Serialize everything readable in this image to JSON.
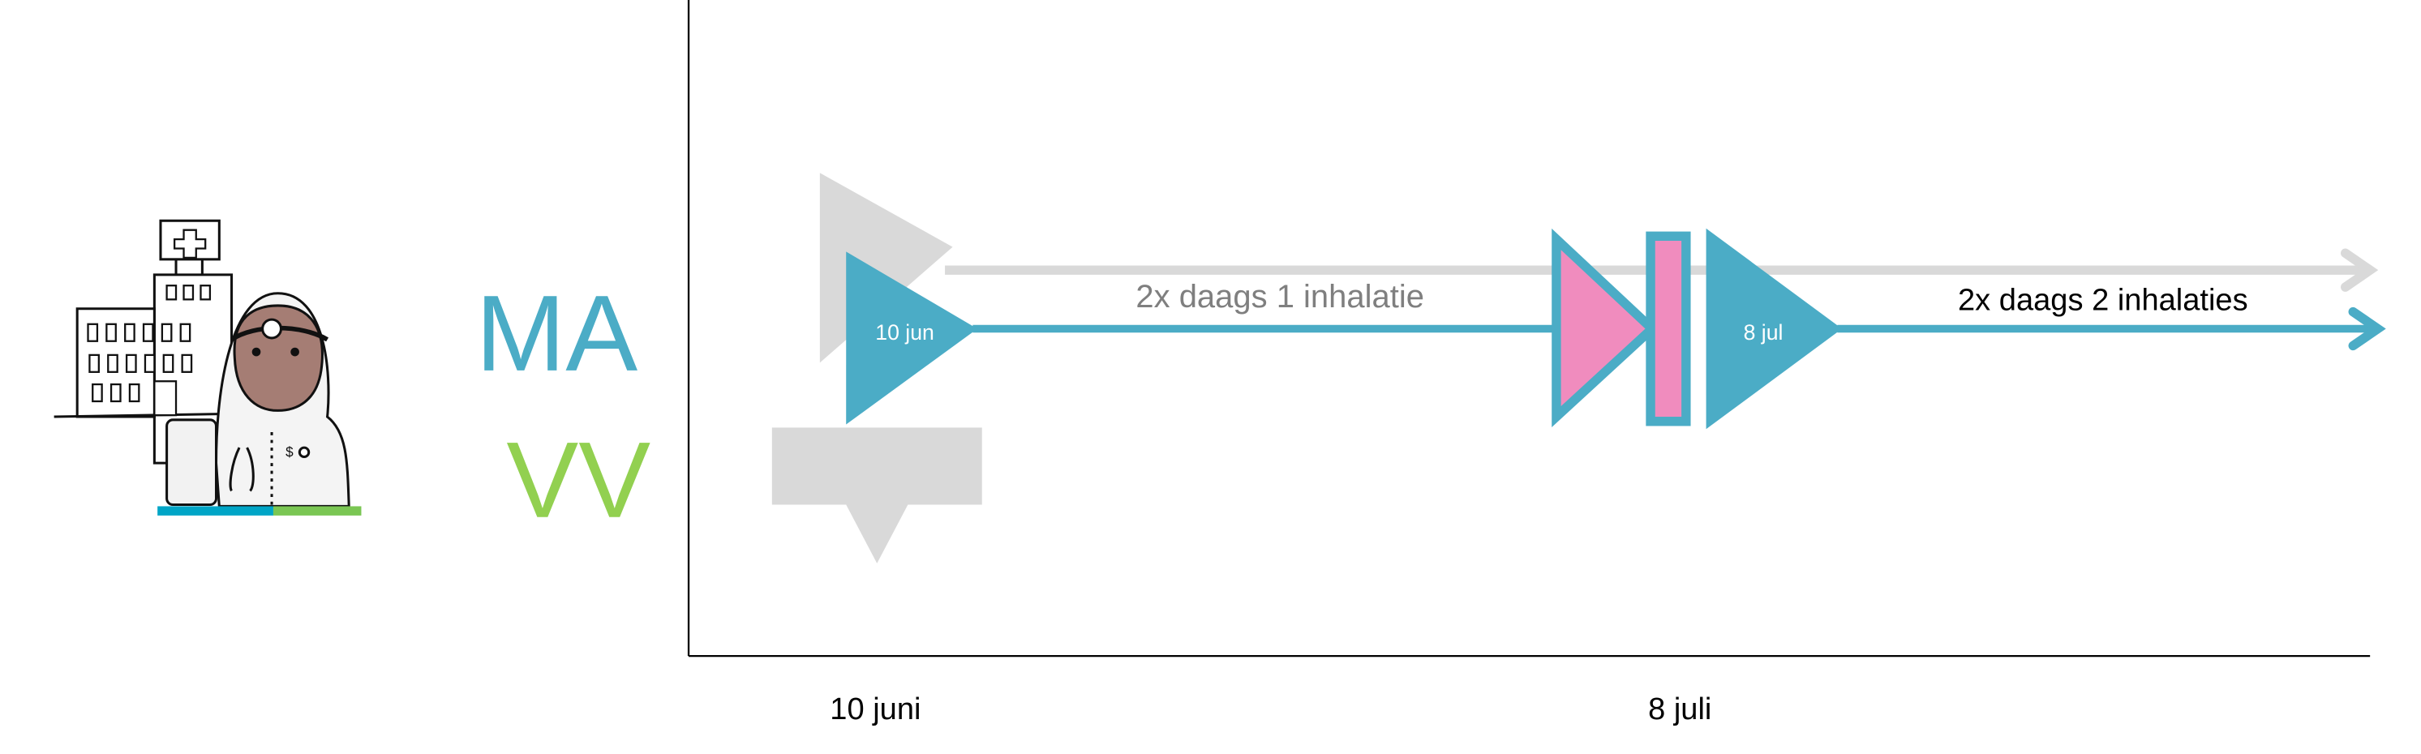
{
  "roles": {
    "primary": "MA",
    "secondary": "VV"
  },
  "timeline": {
    "start_marker": "10 jun",
    "change_marker": "8 jul",
    "phase1_label": "2x daags 1 inhalatie",
    "phase2_label": "2x daags 2 inhalaties"
  },
  "axis": {
    "ticks": [
      "10 juni",
      "8 juli"
    ]
  },
  "colors": {
    "blue": "#4BACC6",
    "gray": "#D9D9D9",
    "pink": "#F08CBE",
    "green": "#92D050",
    "phase1_text": "#7F7F7F"
  }
}
